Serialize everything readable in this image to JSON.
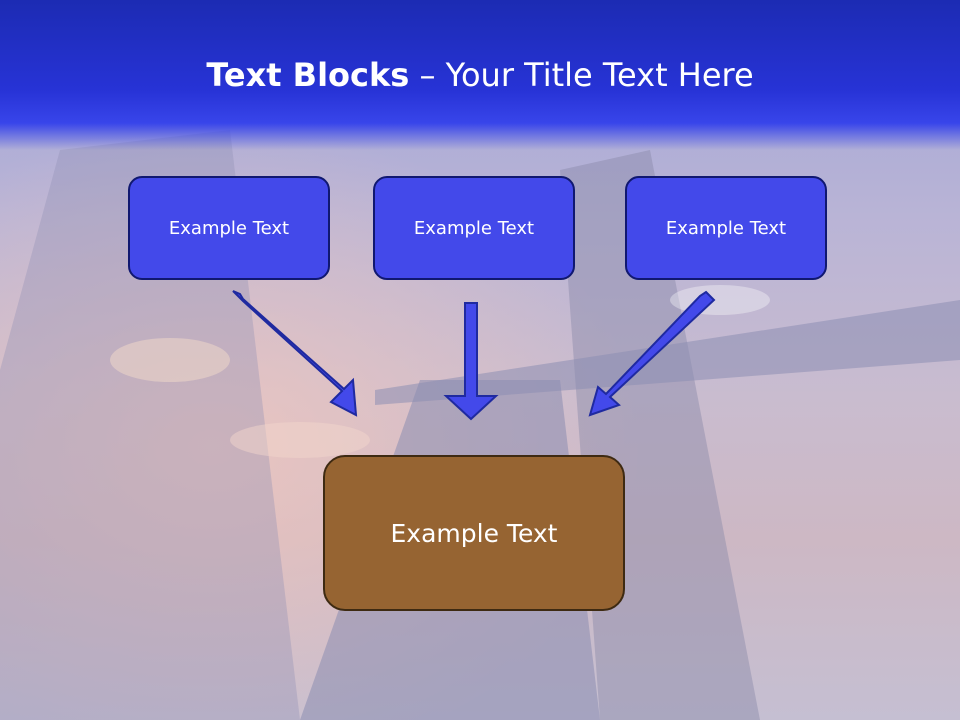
{
  "title": {
    "bold": "Text Blocks",
    "separator": " – ",
    "rest": "Your Title Text Here"
  },
  "boxes": [
    {
      "label": "Example Text"
    },
    {
      "label": "Example Text"
    },
    {
      "label": "Example Text"
    }
  ],
  "target": {
    "label": "Example Text"
  },
  "colors": {
    "header": "#2733d6",
    "box": "#4349ea",
    "box_border": "#101870",
    "target": "#966432",
    "target_border": "#3e2a12",
    "arrow": "#4349ea"
  }
}
